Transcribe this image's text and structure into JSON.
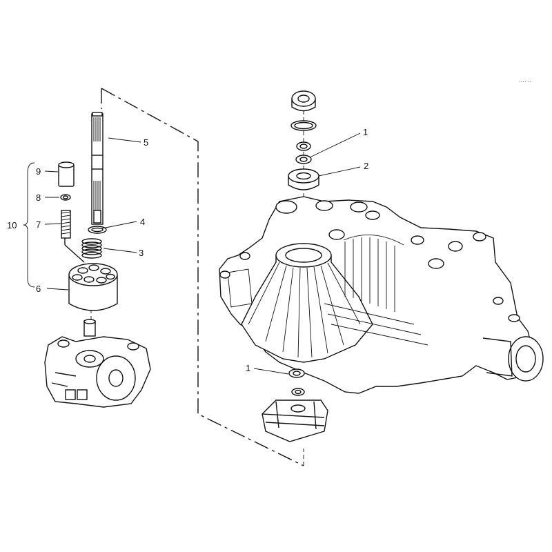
{
  "callouts": {
    "c1a": "1",
    "c2": "2",
    "c1b": "1",
    "c3": "3",
    "c4": "4",
    "c5": "5",
    "c6": "6",
    "c7": "7",
    "c8": "8",
    "c9": "9",
    "c10": "10"
  },
  "corner_mark": "···· ··"
}
